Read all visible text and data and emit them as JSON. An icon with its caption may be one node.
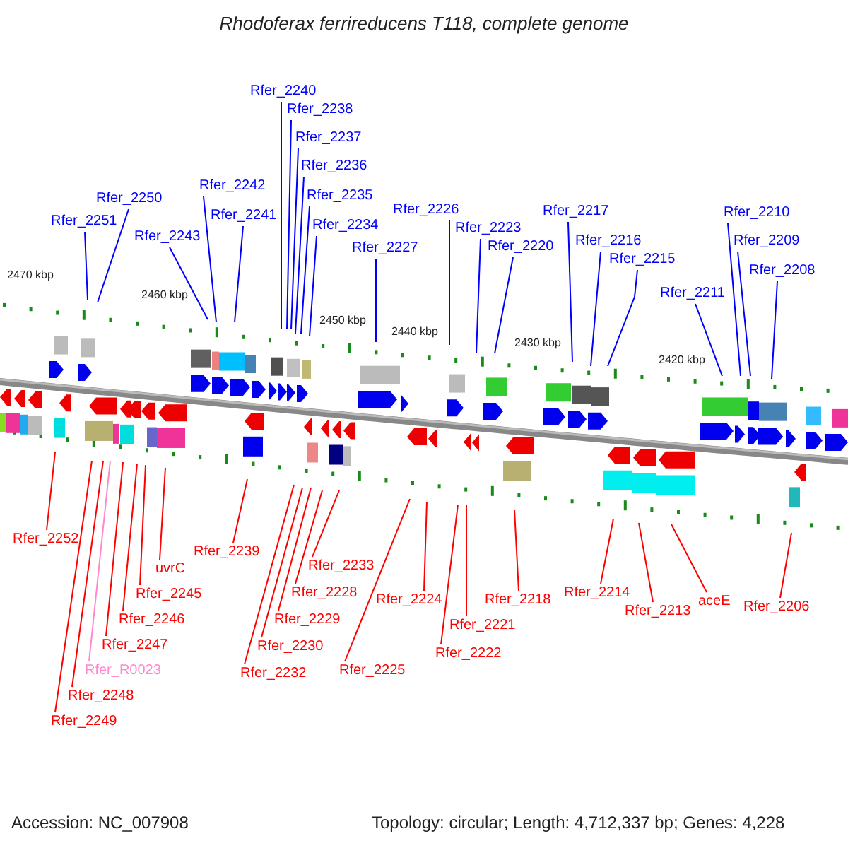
{
  "diagram": {
    "title": "Rhodoferax ferrireducens T118, complete genome",
    "nodes": [
      {
        "text": [
          "Rfer_2240"
        ]
      },
      {
        "text": [
          "Rfer_2238"
        ]
      },
      {
        "text": [
          "Rfer_2237"
        ]
      },
      {
        "text": [
          "Rfer_2236"
        ]
      },
      {
        "text": [
          "Rfer_2235"
        ]
      },
      {
        "text": [
          "Rfer_2234"
        ]
      },
      {
        "text": [
          "Rfer_2242"
        ]
      },
      {
        "text": [
          "Rfer_2241"
        ]
      },
      {
        "text": [
          "Rfer_2243"
        ]
      },
      {
        "text": [
          "Rfer_2250"
        ]
      },
      {
        "text": [
          "Rfer_2251"
        ]
      },
      {
        "text": [
          "Rfer_2226"
        ]
      },
      {
        "text": [
          "Rfer_2227"
        ]
      },
      {
        "text": [
          "Rfer_2223"
        ]
      },
      {
        "text": [
          "Rfer_2220"
        ]
      },
      {
        "text": [
          "Rfer_2217"
        ]
      },
      {
        "text": [
          "Rfer_2216"
        ]
      },
      {
        "text": [
          "Rfer_2215"
        ]
      },
      {
        "text": [
          "Rfer_2210"
        ]
      },
      {
        "text": [
          "Rfer_2209"
        ]
      },
      {
        "text": [
          "Rfer_2208"
        ]
      },
      {
        "text": [
          "Rfer_2211"
        ]
      },
      {
        "text": [
          "Rfer_2252"
        ]
      },
      {
        "text": [
          "Rfer_2247"
        ]
      },
      {
        "text": [
          "uvrC"
        ]
      },
      {
        "text": [
          "Rfer_2245"
        ]
      },
      {
        "text": [
          "Rfer_2246"
        ]
      },
      {
        "text": [
          "Rfer_2248"
        ]
      },
      {
        "text": [
          "Rfer_R0023"
        ]
      },
      {
        "text": [
          "Rfer_2249"
        ]
      },
      {
        "text": [
          "Rfer_2239"
        ]
      },
      {
        "text": [
          "Rfer_2233"
        ]
      },
      {
        "text": [
          "Rfer_2228"
        ]
      },
      {
        "text": [
          "Rfer_2229"
        ]
      },
      {
        "text": [
          "Rfer_2230"
        ]
      },
      {
        "text": [
          "Rfer_2232"
        ]
      },
      {
        "text": [
          "Rfer_2225"
        ]
      },
      {
        "text": [
          "Rfer_2224"
        ]
      },
      {
        "text": [
          "Rfer_2222"
        ]
      },
      {
        "text": [
          "Rfer_2221"
        ]
      },
      {
        "text": [
          "Rfer_2218"
        ]
      },
      {
        "text": [
          "Rfer_2214"
        ]
      },
      {
        "text": [
          "Rfer_2213"
        ]
      },
      {
        "text": [
          "aceE"
        ]
      },
      {
        "text": [
          "Rfer_2206"
        ]
      }
    ],
    "edges": [
      {
        "from": 0,
        "to": null,
        "arrow": "none",
        "color": "#0000ff"
      },
      {
        "from": 1,
        "to": null,
        "arrow": "none",
        "color": "#0000ff"
      },
      {
        "from": 2,
        "to": null,
        "arrow": "none",
        "color": "#0000ff"
      },
      {
        "from": 3,
        "to": null,
        "arrow": "none",
        "color": "#0000ff"
      },
      {
        "from": 4,
        "to": null,
        "arrow": "none",
        "color": "#0000ff"
      },
      {
        "from": 5,
        "to": null,
        "arrow": "none",
        "color": "#0000ff"
      },
      {
        "from": 6,
        "to": null,
        "arrow": "none",
        "color": "#0000ff"
      },
      {
        "from": 7,
        "to": null,
        "arrow": "none",
        "color": "#0000ff"
      },
      {
        "from": 8,
        "to": null,
        "arrow": "none",
        "color": "#0000ff"
      },
      {
        "from": 9,
        "to": null,
        "arrow": "none",
        "color": "#0000ff"
      },
      {
        "from": 10,
        "to": null,
        "arrow": "none",
        "color": "#0000ff"
      },
      {
        "from": 11,
        "to": null,
        "arrow": "none",
        "color": "#0000ff"
      },
      {
        "from": 12,
        "to": null,
        "arrow": "none",
        "color": "#0000ff"
      },
      {
        "from": 13,
        "to": null,
        "arrow": "none",
        "color": "#0000ff"
      },
      {
        "from": 14,
        "to": null,
        "arrow": "none",
        "color": "#0000ff"
      },
      {
        "from": 15,
        "to": null,
        "arrow": "none",
        "color": "#0000ff"
      },
      {
        "from": 16,
        "to": null,
        "arrow": "none",
        "color": "#0000ff"
      },
      {
        "from": 17,
        "to": null,
        "arrow": "none",
        "color": "#0000ff"
      },
      {
        "from": 18,
        "to": null,
        "arrow": "none",
        "color": "#0000ff"
      },
      {
        "from": 19,
        "to": null,
        "arrow": "none",
        "color": "#0000ff"
      },
      {
        "from": 20,
        "to": null,
        "arrow": "none",
        "color": "#0000ff"
      },
      {
        "from": 21,
        "to": null,
        "arrow": "none",
        "color": "#0000ff"
      },
      {
        "from": 22,
        "to": null,
        "arrow": "none",
        "color": "#ff0000"
      },
      {
        "from": 23,
        "to": null,
        "arrow": "none",
        "color": "#ff0000"
      },
      {
        "from": 24,
        "to": null,
        "arrow": "none",
        "color": "#ff0000"
      },
      {
        "from": 25,
        "to": null,
        "arrow": "none",
        "color": "#ff0000"
      },
      {
        "from": 26,
        "to": null,
        "arrow": "none",
        "color": "#ff0000"
      },
      {
        "from": 27,
        "to": null,
        "arrow": "none",
        "color": "#ff0000"
      },
      {
        "from": 28,
        "to": null,
        "arrow": "none",
        "color": "#ff88cc"
      },
      {
        "from": 29,
        "to": null,
        "arrow": "none",
        "color": "#ff0000"
      },
      {
        "from": 30,
        "to": null,
        "arrow": "none",
        "color": "#ff0000"
      },
      {
        "from": 31,
        "to": null,
        "arrow": "none",
        "color": "#ff0000"
      },
      {
        "from": 32,
        "to": null,
        "arrow": "none",
        "color": "#ff0000"
      },
      {
        "from": 33,
        "to": null,
        "arrow": "none",
        "color": "#ff0000"
      },
      {
        "from": 34,
        "to": null,
        "arrow": "none",
        "color": "#ff0000"
      },
      {
        "from": 35,
        "to": null,
        "arrow": "none",
        "color": "#ff0000"
      },
      {
        "from": 36,
        "to": null,
        "arrow": "none",
        "color": "#ff0000"
      },
      {
        "from": 37,
        "to": null,
        "arrow": "none",
        "color": "#ff0000"
      },
      {
        "from": 38,
        "to": null,
        "arrow": "none",
        "color": "#ff0000"
      },
      {
        "from": 39,
        "to": null,
        "arrow": "none",
        "color": "#ff0000"
      },
      {
        "from": 40,
        "to": null,
        "arrow": "none",
        "color": "#ff0000"
      },
      {
        "from": 41,
        "to": null,
        "arrow": "none",
        "color": "#ff0000"
      },
      {
        "from": 42,
        "to": null,
        "arrow": "none",
        "color": "#ff0000"
      },
      {
        "from": 43,
        "to": null,
        "arrow": "none",
        "color": "#ff0000"
      },
      {
        "from": 44,
        "to": null,
        "arrow": "none",
        "color": "#ff0000"
      }
    ],
    "labels": [
      "2470 kbp",
      "2460 kbp",
      "2450 kbp",
      "2440 kbp",
      "2430 kbp",
      "2420 kbp",
      "Accession: NC_007908",
      "Topology: circular; Length: 4,712,337 bp; Genes: 4,228"
    ]
  }
}
